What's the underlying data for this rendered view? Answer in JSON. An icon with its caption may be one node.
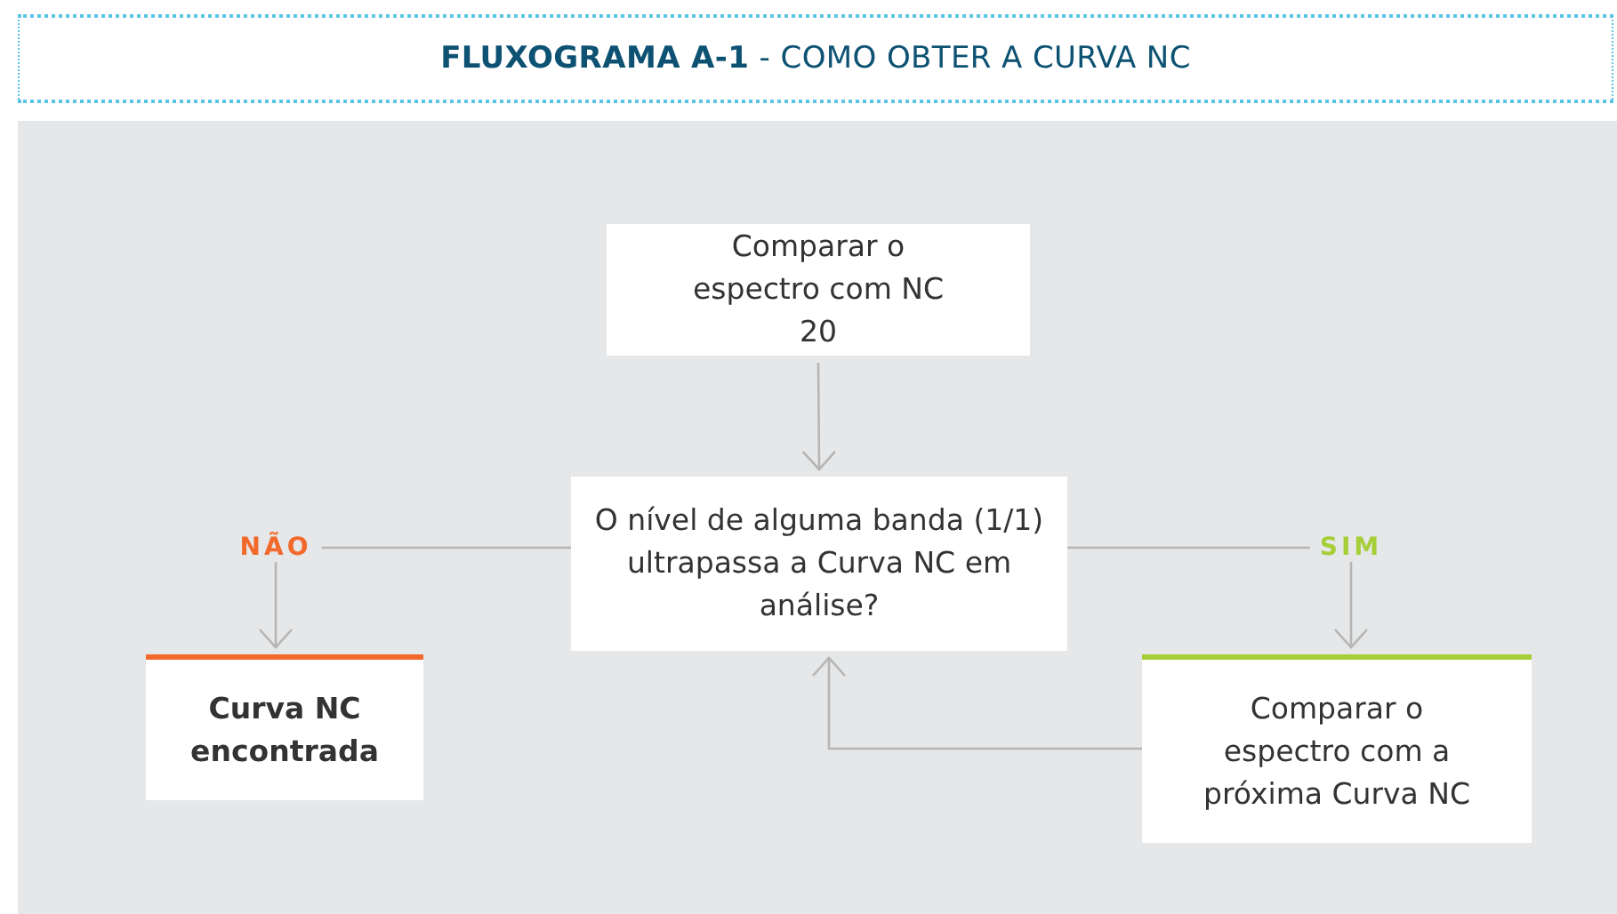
{
  "diagram": {
    "title": "**FLUXOGRAMA A-1** - COMO OBTER A CURVA NC",
    "nodes": [
      {
        "text": [
          "Comparar o espectro com NC 20"
        ]
      },
      {
        "text": [
          "O nível de alguma banda (1/1) ultrapassa a Curva NC em análise?"
        ]
      },
      {
        "text": [
          "Curva NC encontrada"
        ]
      },
      {
        "text": [
          "Comparar o espectro com a próxima Curva NC"
        ]
      }
    ],
    "edges": [
      {
        "from": 0,
        "to": 1,
        "arrow": "to"
      },
      {
        "from": 1,
        "to": 2,
        "arrow": "to",
        "label": "NÃO"
      },
      {
        "from": 1,
        "to": 3,
        "arrow": "to",
        "label": "SIM"
      },
      {
        "from": 3,
        "to": 1,
        "arrow": "to"
      }
    ]
  }
}
